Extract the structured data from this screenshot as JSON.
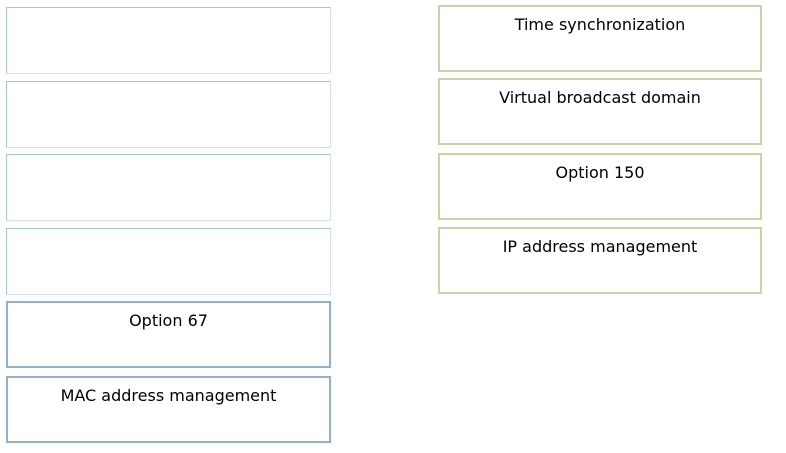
{
  "drop_targets": [
    {
      "label": ""
    },
    {
      "label": ""
    },
    {
      "label": ""
    },
    {
      "label": ""
    }
  ],
  "left_answers": [
    {
      "label": "Option 67"
    },
    {
      "label": "MAC address management"
    }
  ],
  "right_answers": [
    {
      "label": "Time synchronization"
    },
    {
      "label": "Virtual broadcast domain"
    },
    {
      "label": "Option 150"
    },
    {
      "label": "IP address management"
    }
  ],
  "colors": {
    "slot_border": "#a8c4da",
    "blue_answer_border": "#8fb3cf",
    "green_answer_border": "#c9d3a8",
    "text": "#000000",
    "background": "#ffffff"
  }
}
